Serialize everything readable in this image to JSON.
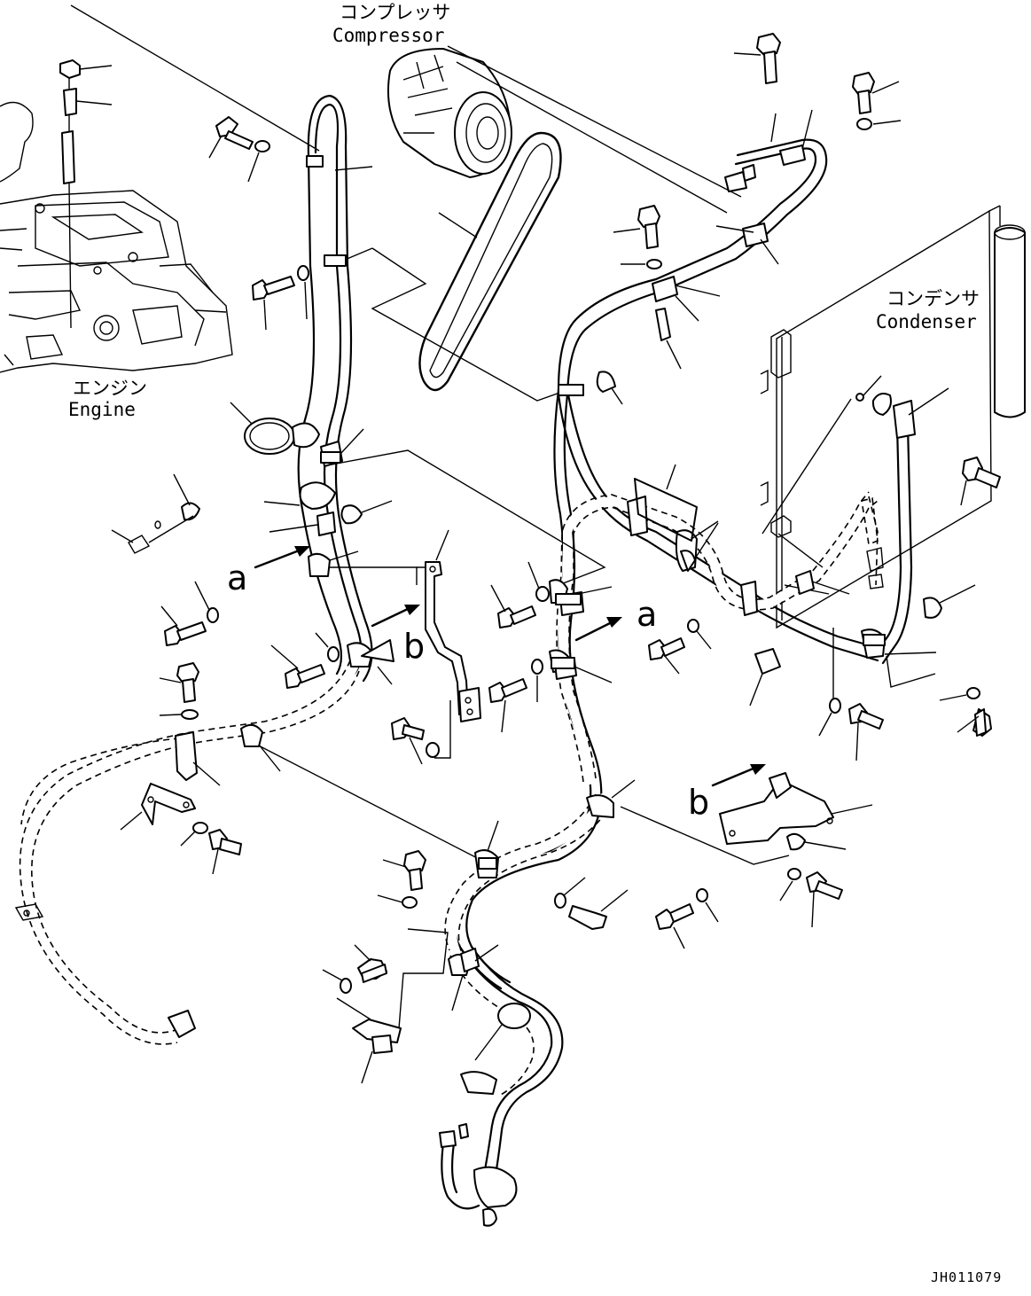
{
  "labels": {
    "compressor_jp": "コンプレッサ",
    "compressor_en": "Compressor",
    "condenser_jp": "コンデンサ",
    "condenser_en": "Condenser",
    "engine_jp": "エンジン",
    "engine_en": "Engine",
    "view_a": "a",
    "view_b": "b",
    "drawing_code": "JH011079"
  }
}
